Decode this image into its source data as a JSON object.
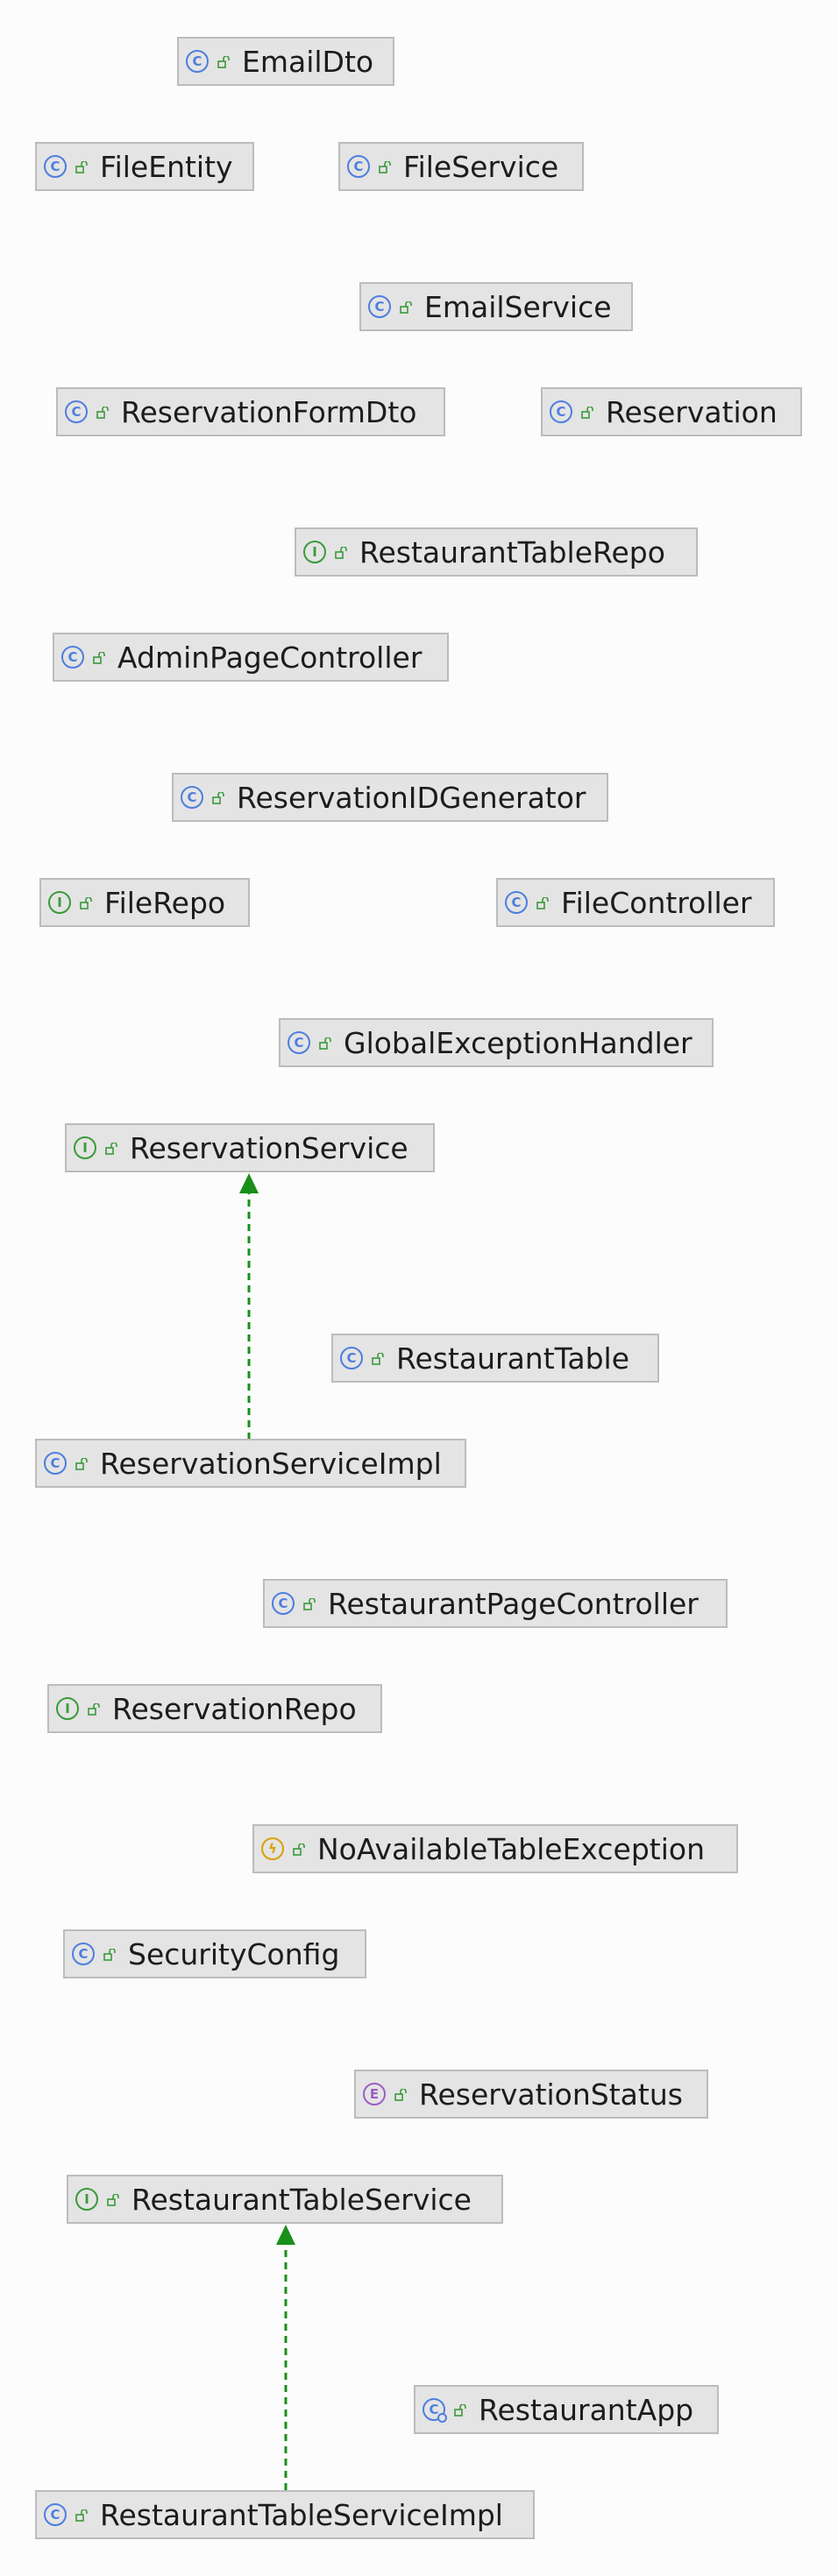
{
  "nodes": [
    {
      "id": "n1",
      "label": "EmailDto",
      "kind": "class",
      "icon": "class-icon"
    },
    {
      "id": "n2",
      "label": "FileEntity",
      "kind": "class",
      "icon": "class-icon"
    },
    {
      "id": "n3",
      "label": "FileService",
      "kind": "class",
      "icon": "class-icon"
    },
    {
      "id": "n4",
      "label": "EmailService",
      "kind": "class",
      "icon": "class-icon"
    },
    {
      "id": "n5",
      "label": "ReservationFormDto",
      "kind": "class",
      "icon": "class-icon"
    },
    {
      "id": "n6",
      "label": "Reservation",
      "kind": "class",
      "icon": "class-icon"
    },
    {
      "id": "n7",
      "label": "RestaurantTableRepo",
      "kind": "interface",
      "icon": "interface-icon"
    },
    {
      "id": "n8",
      "label": "AdminPageController",
      "kind": "class",
      "icon": "class-icon"
    },
    {
      "id": "n9",
      "label": "ReservationIDGenerator",
      "kind": "class",
      "icon": "class-icon"
    },
    {
      "id": "n10",
      "label": "FileRepo",
      "kind": "interface",
      "icon": "interface-icon"
    },
    {
      "id": "n11",
      "label": "FileController",
      "kind": "class",
      "icon": "class-icon"
    },
    {
      "id": "n12",
      "label": "GlobalExceptionHandler",
      "kind": "class",
      "icon": "class-icon"
    },
    {
      "id": "n13",
      "label": "ReservationService",
      "kind": "interface",
      "icon": "interface-icon"
    },
    {
      "id": "n14",
      "label": "RestaurantTable",
      "kind": "class",
      "icon": "class-icon"
    },
    {
      "id": "n15",
      "label": "ReservationServiceImpl",
      "kind": "class",
      "icon": "class-icon"
    },
    {
      "id": "n16",
      "label": "RestaurantPageController",
      "kind": "class",
      "icon": "class-icon"
    },
    {
      "id": "n17",
      "label": "ReservationRepo",
      "kind": "interface",
      "icon": "interface-icon"
    },
    {
      "id": "n18",
      "label": "NoAvailableTableException",
      "kind": "exception",
      "icon": "exception-icon"
    },
    {
      "id": "n19",
      "label": "SecurityConfig",
      "kind": "class",
      "icon": "class-icon"
    },
    {
      "id": "n20",
      "label": "ReservationStatus",
      "kind": "enum",
      "icon": "enum-icon"
    },
    {
      "id": "n21",
      "label": "RestaurantTableService",
      "kind": "interface",
      "icon": "interface-icon"
    },
    {
      "id": "n22",
      "label": "RestaurantApp",
      "kind": "app",
      "icon": "spring-boot-app-icon"
    },
    {
      "id": "n23",
      "label": "RestaurantTableServiceImpl",
      "kind": "class",
      "icon": "class-icon"
    }
  ],
  "edges": [
    {
      "from": "n15",
      "to": "n13",
      "type": "implements",
      "style": "dashed",
      "color": "#1a8f1a"
    },
    {
      "from": "n23",
      "to": "n21",
      "type": "implements",
      "style": "dashed",
      "color": "#1a8f1a"
    }
  ],
  "colors": {
    "class": "#4d7ee0",
    "interface": "#3a9a3a",
    "enum": "#9a5ec8",
    "exception": "#d9a000",
    "visibility": "#3a9a3a",
    "edge": "#1a8f1a"
  }
}
